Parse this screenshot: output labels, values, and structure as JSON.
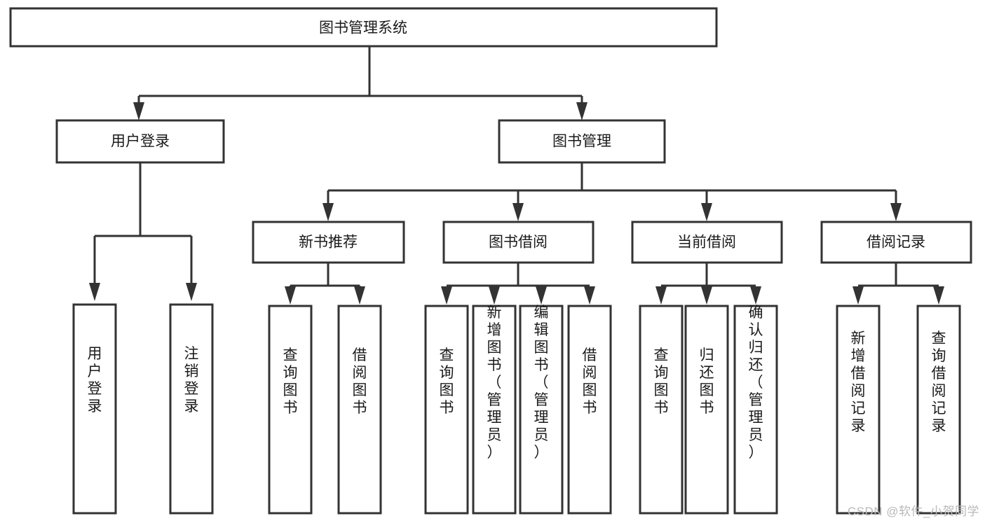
{
  "diagram": {
    "type": "tree-hierarchy",
    "title": "图书管理系统",
    "orientation": "top-down",
    "colors": {
      "box_fill": "#ffffff",
      "box_stroke": "#333333",
      "text": "#1a1a1a",
      "watermark": "#b9b9b9",
      "background": "#ffffff"
    },
    "root": {
      "label": "图书管理系统"
    },
    "level2": [
      {
        "label": "用户登录"
      },
      {
        "label": "图书管理"
      }
    ],
    "level3": [
      {
        "label": "新书推荐"
      },
      {
        "label": "图书借阅"
      },
      {
        "label": "当前借阅"
      },
      {
        "label": "借阅记录"
      }
    ],
    "leaves": {
      "user_login": [
        {
          "label": "用户登录"
        },
        {
          "label": "注销登录"
        }
      ],
      "new_book_recommend": [
        {
          "label": "查询图书"
        },
        {
          "label": "借阅图书"
        }
      ],
      "book_borrow": [
        {
          "label": "查询图书"
        },
        {
          "label": "新增图书（管理员）"
        },
        {
          "label": "编辑图书（管理员）"
        },
        {
          "label": "借阅图书"
        }
      ],
      "current_borrow": [
        {
          "label": "查询图书"
        },
        {
          "label": "归还图书"
        },
        {
          "label": "确认归还（管理员）"
        }
      ],
      "borrow_record": [
        {
          "label": "新增借阅记录"
        },
        {
          "label": "查询借阅记录"
        }
      ]
    }
  },
  "watermark": {
    "text": "CSDN @软件_小贺同学"
  }
}
